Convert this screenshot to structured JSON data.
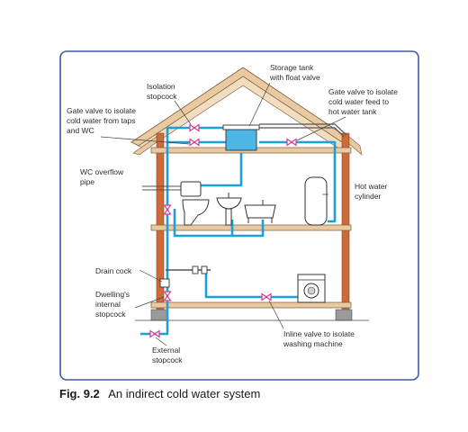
{
  "labels": {
    "storage_tank": [
      "Storage tank",
      "with float valve"
    ],
    "isolation_stopcock": [
      "Isolation",
      "stopcock"
    ],
    "gate_valve_hot": [
      "Gate valve to isolate",
      "cold water feed to",
      "hot water tank"
    ],
    "gate_valve_cold": [
      "Gate valve to isolate",
      "cold water from taps",
      "and WC"
    ],
    "wc_overflow": [
      "WC overflow",
      "pipe"
    ],
    "hot_water_cylinder": [
      "Hot water",
      "cylinder"
    ],
    "drain_cock": [
      "Drain cock"
    ],
    "internal_stopcock": [
      "Dwelling's",
      "internal",
      "stopcock"
    ],
    "inline_valve": [
      "Inline valve to isolate",
      "washing machine"
    ],
    "external_stopcock": [
      "External",
      "stopcock"
    ]
  },
  "caption": {
    "number": "Fig. 9.2",
    "text": "An indirect cold water system"
  },
  "colors": {
    "pipe": "#1e9fd8",
    "frame": "#3b5ba9",
    "wall": "#cc6a38",
    "timber": "#e8c9a0",
    "valve": "#d83c8c"
  }
}
